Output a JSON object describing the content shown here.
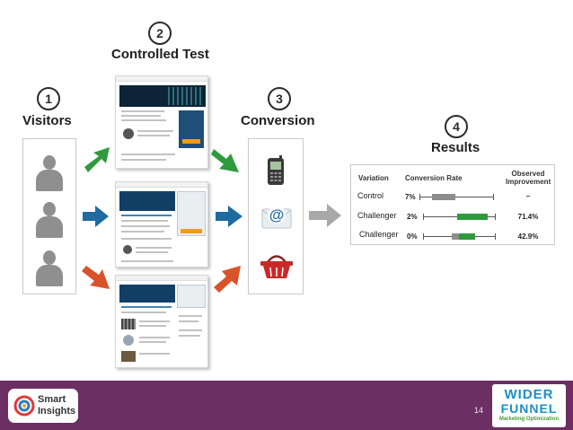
{
  "steps": [
    {
      "number": "1",
      "title": "Visitors"
    },
    {
      "number": "2",
      "title": "Controlled Test"
    },
    {
      "number": "3",
      "title": "Conversion"
    },
    {
      "number": "4",
      "title": "Results"
    }
  ],
  "results": {
    "headers": {
      "variation": "Variation",
      "conversion_rate": "Conversion Rate",
      "observed_improvement": "Observed Improvement"
    },
    "rows": [
      {
        "label": "Control",
        "rate": "7%",
        "improvement": "–"
      },
      {
        "label": "Challenger",
        "rate": "2%",
        "improvement": "71.4%"
      },
      {
        "label": "Challenger",
        "rate": "0%",
        "improvement": "42.9%"
      }
    ]
  },
  "footer": {
    "page_number": "14",
    "left_logo": {
      "line1": "Smart",
      "line2": "Insights"
    },
    "right_logo": {
      "line1": "WIDER",
      "line2": "FUNNEL",
      "tagline": "Marketing Optimization"
    }
  },
  "colors": {
    "arrow_green": "#2f9a3c",
    "arrow_blue": "#1e6ba0",
    "arrow_orange": "#d9532a",
    "arrow_gray": "#a8a8a8",
    "bar_gray": "#8c8c8c",
    "bar_green": "#2f9a3c",
    "footer_purple": "#6c2f63",
    "basket_red": "#c82a2a",
    "email_blue": "#2d6ea8"
  },
  "icons": [
    "person-icon",
    "mobile-phone-icon",
    "email-at-icon",
    "shopping-basket-icon"
  ]
}
